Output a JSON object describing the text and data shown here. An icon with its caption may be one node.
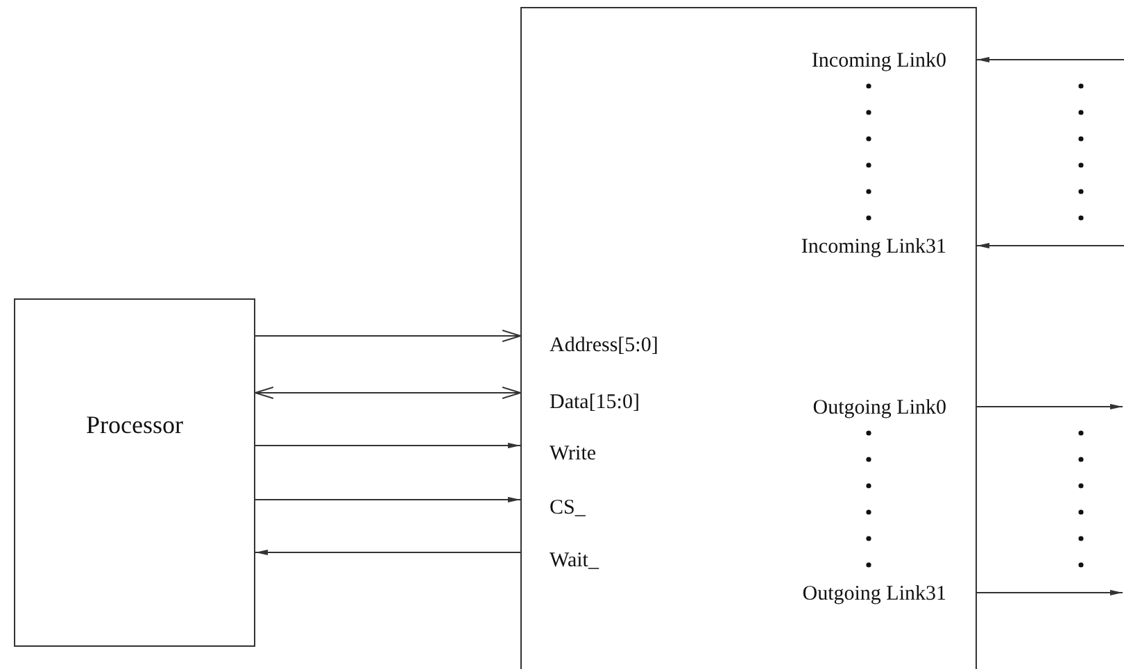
{
  "diagram": {
    "nodes": [
      {
        "text": [
          "Processor"
        ]
      },
      {
        "text": [
          "Incoming Link0",
          "Incoming Link31",
          "Address[5:0]",
          "Data[15:0]",
          "Write",
          "CS_",
          "Wait_",
          "Outgoing Link0",
          "Outgoing Link31"
        ]
      }
    ],
    "edges": [
      {
        "from": 0,
        "to": 1,
        "arrow": "to"
      },
      {
        "from": 0,
        "to": 1,
        "arrow": "both"
      },
      {
        "from": 0,
        "to": 1,
        "arrow": "to"
      },
      {
        "from": 0,
        "to": 1,
        "arrow": "to"
      },
      {
        "from": 1,
        "to": 0,
        "arrow": "to"
      },
      {
        "from": null,
        "to": 1,
        "arrow": "to"
      },
      {
        "from": null,
        "to": 1,
        "arrow": "to"
      },
      {
        "from": 1,
        "to": null,
        "arrow": "to"
      },
      {
        "from": 1,
        "to": null,
        "arrow": "to"
      }
    ]
  }
}
